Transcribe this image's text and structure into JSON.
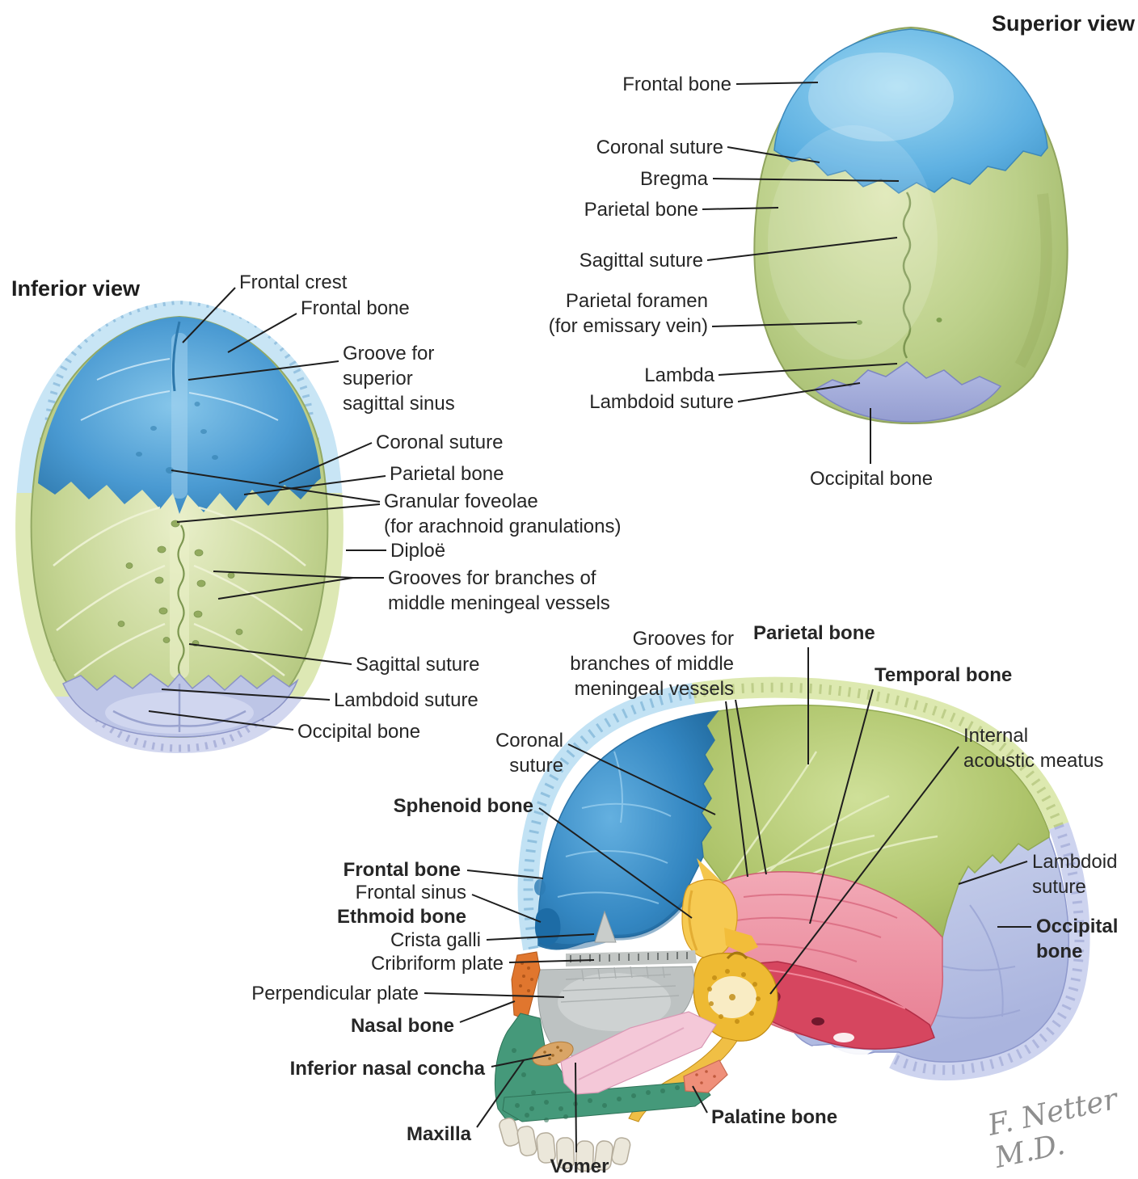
{
  "figure": {
    "credit": "F. Netter M.D."
  },
  "colors": {
    "frontal_blue": "#4D9FD6",
    "parietal_green": "#B9CC80",
    "occipital_lavender": "#9CA5D8",
    "temporal_pink": "#EE93A4",
    "petrous_red": "#D6465F",
    "sphenoid_yellow": "#F2C23E",
    "ethmoid_gray": "#BDC2C2",
    "nasal_orange": "#E0762E",
    "maxilla_green": "#45997A",
    "concha_tan": "#D9A566",
    "vomer_pink": "#F4C8D8",
    "palatine_salmon": "#EF8F79",
    "teeth_cream": "#EBE7DA",
    "leader_line": "#1E1E1E",
    "label_text": "#262626"
  },
  "views": {
    "superior": {
      "title": "Superior view",
      "labels": {
        "frontal_bone": "Frontal bone",
        "coronal_suture": "Coronal suture",
        "bregma": "Bregma",
        "parietal_bone": "Parietal bone",
        "sagittal_suture": "Sagittal suture",
        "parietal_foramen": "Parietal foramen\n(for emissary vein)",
        "lambda": "Lambda",
        "lambdoid_suture": "Lambdoid suture",
        "occipital_bone": "Occipital bone"
      }
    },
    "inferior": {
      "title": "Inferior view",
      "labels": {
        "frontal_crest": "Frontal crest",
        "frontal_bone": "Frontal bone",
        "groove_sss": "Groove for\nsuperior\nsagittal sinus",
        "coronal_suture": "Coronal suture",
        "parietal_bone": "Parietal bone",
        "granular_foveolae": "Granular foveolae\n(for arachnoid granulations)",
        "diploe": "Diploë",
        "grooves_meningeal": "Grooves for branches of\nmiddle meningeal vessels",
        "sagittal_suture": "Sagittal suture",
        "lambdoid_suture": "Lambdoid suture",
        "occipital_bone": "Occipital bone"
      }
    },
    "lateral": {
      "labels": {
        "grooves_meningeal": "Grooves for\nbranches of middle\nmeningeal vessels",
        "parietal_bone": "Parietal bone",
        "temporal_bone": "Temporal bone",
        "coronal_suture": "Coronal\nsuture",
        "internal_acoustic_meatus": "Internal\nacoustic meatus",
        "sphenoid_bone": "Sphenoid bone",
        "frontal_bone": "Frontal bone",
        "frontal_sinus": "Frontal sinus",
        "ethmoid_bone": "Ethmoid bone",
        "crista_galli": "Crista galli",
        "cribriform_plate": "Cribriform plate",
        "perpendicular_plate": "Perpendicular plate",
        "nasal_bone": "Nasal bone",
        "inferior_nasal_concha": "Inferior nasal concha",
        "maxilla": "Maxilla",
        "vomer": "Vomer",
        "palatine_bone": "Palatine bone",
        "lambdoid_suture": "Lambdoid\nsuture",
        "occipital_bone": "Occipital\nbone"
      }
    }
  }
}
